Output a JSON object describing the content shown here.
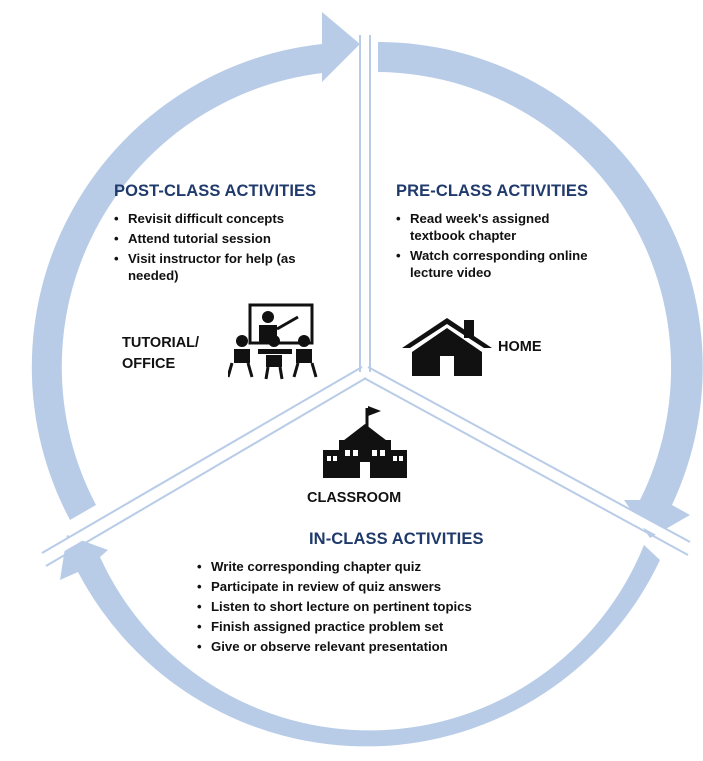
{
  "colors": {
    "cycle_arrow": "#b8cce8",
    "divider": "#ffffff",
    "heading": "#1f3a6b",
    "text": "#111111",
    "icon": "#111111"
  },
  "post_class": {
    "heading": "POST-CLASS ACTIVITIES",
    "items": [
      "Revisit difficult concepts",
      "Attend tutorial session",
      "Visit instructor for help (as needed)"
    ],
    "place": "TUTORIAL/ OFFICE",
    "icon": "tutorial-classroom-icon"
  },
  "pre_class": {
    "heading": "PRE-CLASS ACTIVITIES",
    "items": [
      "Read week's assigned textbook chapter",
      "Watch corresponding online lecture video"
    ],
    "place": "HOME",
    "icon": "house-icon"
  },
  "in_class": {
    "heading": "IN-CLASS ACTIVITIES",
    "items": [
      "Write corresponding chapter quiz",
      "Participate in review of quiz answers",
      "Listen to short lecture on pertinent topics",
      "Finish assigned practice problem set",
      "Give or observe relevant presentation"
    ],
    "place": "CLASSROOM",
    "icon": "school-building-icon"
  }
}
